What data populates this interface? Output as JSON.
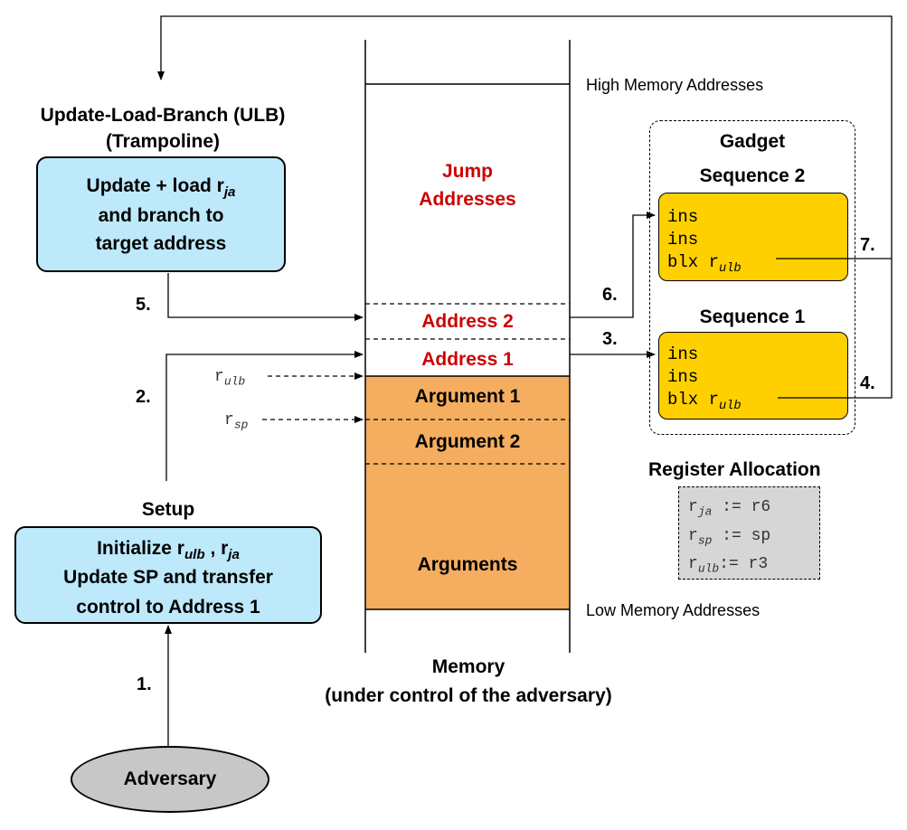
{
  "ulb": {
    "title_line1": "Update-Load-Branch (ULB)",
    "title_line2": "(Trampoline)",
    "box_line1": "Update + load r",
    "box_line1_sub": "ja",
    "box_line2": "and branch to",
    "box_line3": "target address"
  },
  "setup": {
    "title": "Setup",
    "box_line1_a": "Initialize r",
    "box_line1_sub_a": "ulb",
    "box_line1_b": " , r",
    "box_line1_sub_b": "ja",
    "box_line2": "Update SP and transfer",
    "box_line3": "control to Address 1"
  },
  "adversary": {
    "label": "Adversary"
  },
  "memory": {
    "high_label": "High Memory Addresses",
    "low_label": "Low Memory Addresses",
    "jump_line1": "Jump",
    "jump_line2": "Addresses",
    "address2": "Address 2",
    "address1": "Address 1",
    "argument1": "Argument 1",
    "argument2": "Argument 2",
    "arguments": "Arguments",
    "caption_line1": "Memory",
    "caption_line2": "(under control of the adversary)"
  },
  "pointers": {
    "r_ulb": "r",
    "r_ulb_sub": "ulb",
    "r_sp": "r",
    "r_sp_sub": "sp"
  },
  "gadget": {
    "title": "Gadget",
    "seq2_title": "Sequence 2",
    "seq1_title": "Sequence 1",
    "seq2_lines": [
      "ins",
      "ins",
      "blx r"
    ],
    "seq1_lines": [
      "ins",
      "ins",
      "blx r"
    ],
    "blx_sub": "ulb"
  },
  "register_allocation": {
    "title": "Register Allocation",
    "rows": [
      {
        "reg": "r",
        "sub": "ja",
        "assign": " := r6"
      },
      {
        "reg": "r",
        "sub": "sp",
        "assign": " := sp"
      },
      {
        "reg": "r",
        "sub": "ulb",
        "assign": ":= r3"
      }
    ]
  },
  "steps": {
    "s1": "1.",
    "s2": "2.",
    "s3": "3.",
    "s4": "4.",
    "s5": "5.",
    "s6": "6.",
    "s7": "7."
  },
  "colors": {
    "blue_box": "#bde9fb",
    "gold_box": "#ffd000",
    "memory_args": "#f5ad60",
    "register_box": "#d6d6d6",
    "adversary": "#c7c7c7",
    "jump_text": "#cc0000"
  }
}
